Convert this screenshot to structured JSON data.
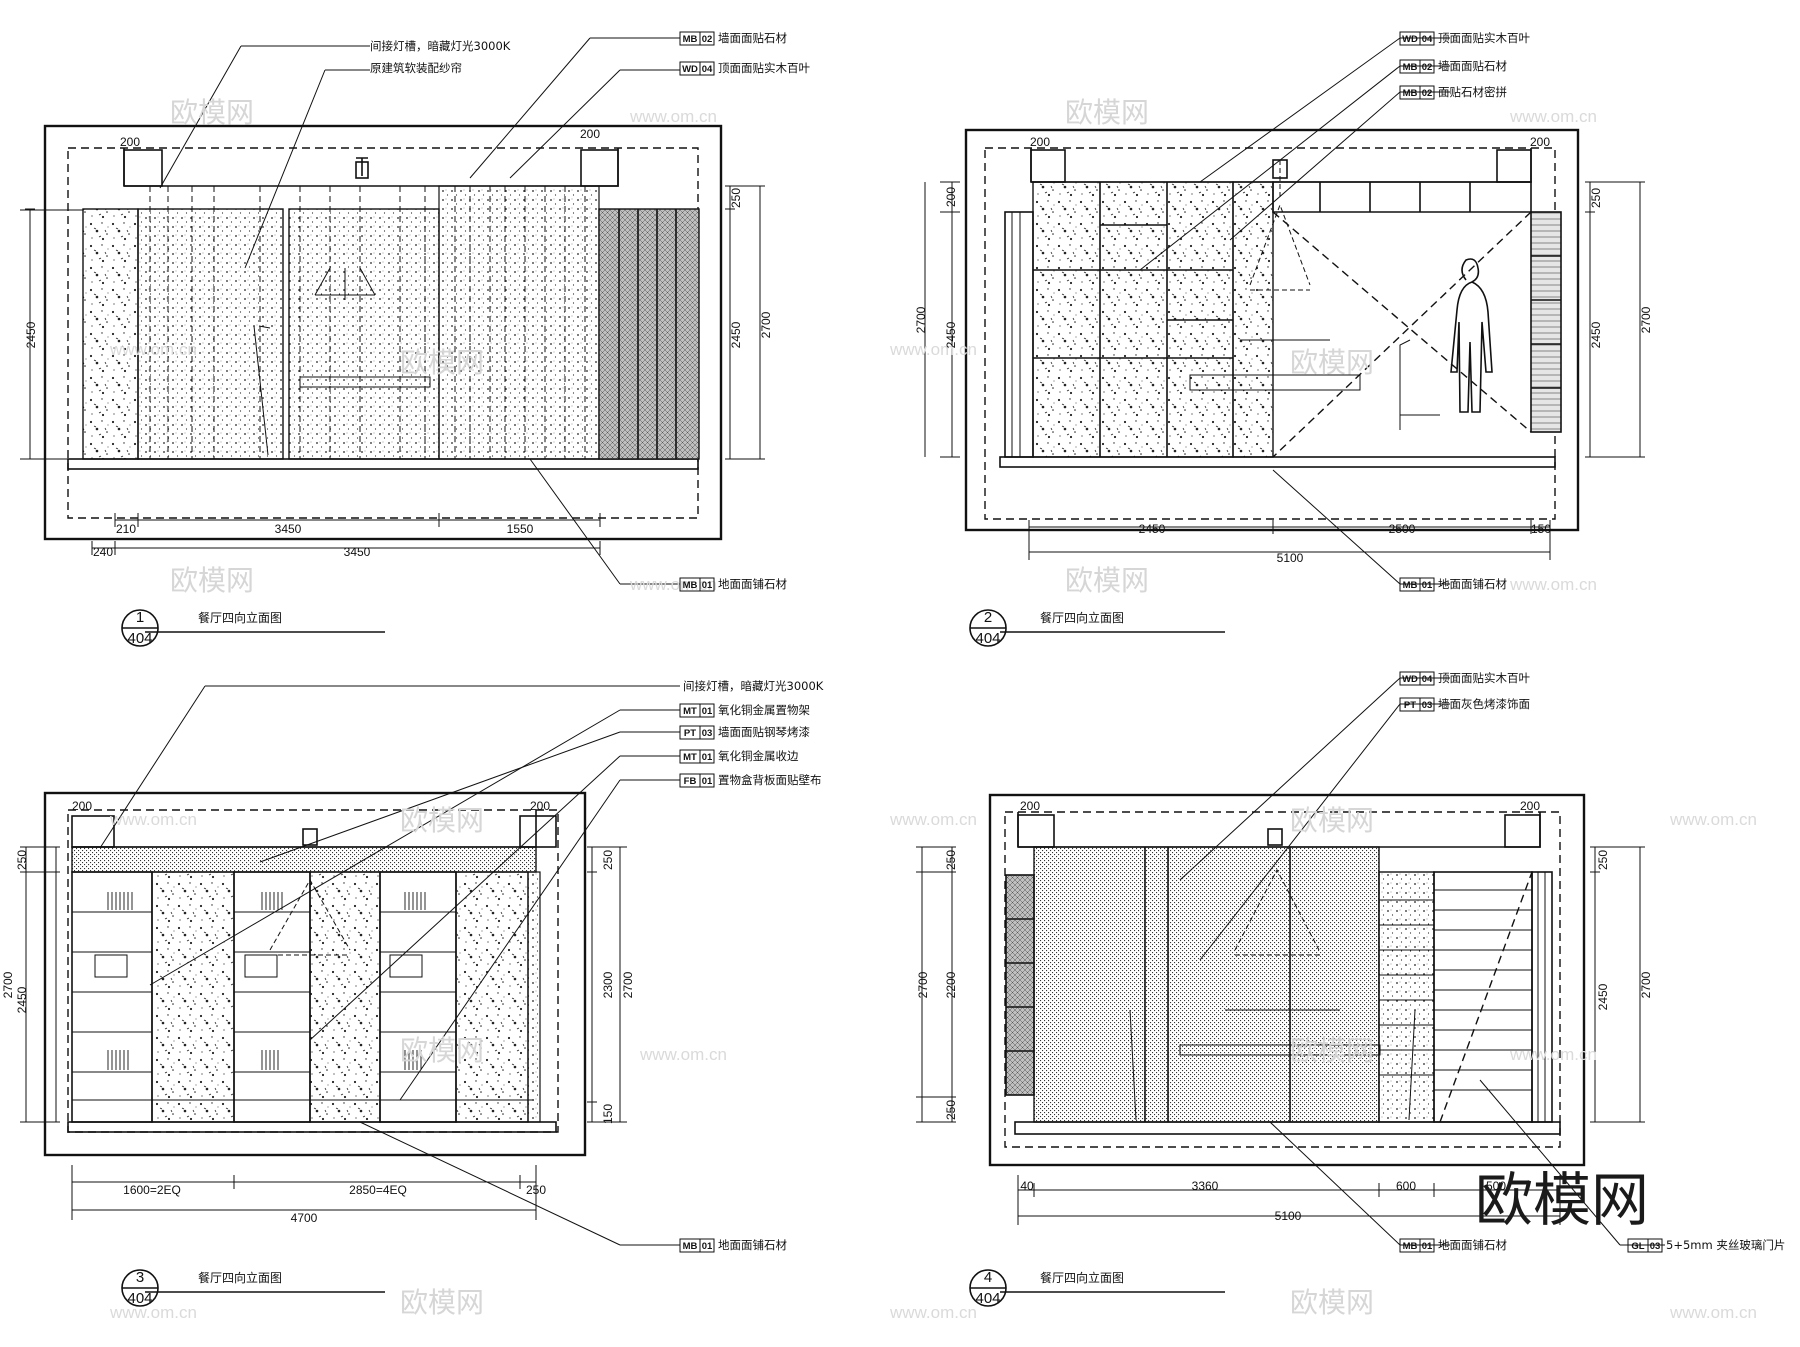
{
  "watermark": {
    "brand": "欧模网",
    "url": "www.om.cn",
    "corner_brand": "欧模网"
  },
  "elevations": [
    {
      "id": "e1",
      "number": "1",
      "sheet": "404",
      "caption": "餐厅四向立面图",
      "notes": [
        {
          "code": "",
          "sub": "",
          "text": "间接灯槽，暗藏灯光3000K"
        },
        {
          "code": "",
          "sub": "",
          "text": "原建筑软装配纱帘"
        },
        {
          "code": "MB",
          "sub": "02",
          "text": "墙面面贴石材"
        },
        {
          "code": "WD",
          "sub": "04",
          "text": "顶面面贴实木百叶"
        }
      ],
      "bottom_note": {
        "code": "MB",
        "sub": "01",
        "text": "地面面铺石材"
      },
      "dims_left": [
        "2450"
      ],
      "dims_right": [
        "250",
        "2450",
        "2700"
      ],
      "dims_top": [
        "200",
        "200"
      ],
      "dims_bottom_row1": [
        "210",
        "3450",
        "1550"
      ],
      "dims_bottom_row2": [
        "240",
        "3450"
      ]
    },
    {
      "id": "e2",
      "number": "2",
      "sheet": "404",
      "caption": "餐厅四向立面图",
      "notes": [
        {
          "code": "WD",
          "sub": "04",
          "text": "顶面面贴实木百叶"
        },
        {
          "code": "MB",
          "sub": "02",
          "text": "墙面面贴石材"
        },
        {
          "code": "MB",
          "sub": "02",
          "text": "面贴石材密拼"
        }
      ],
      "bottom_note": {
        "code": "MB",
        "sub": "01",
        "text": "地面面铺石材"
      },
      "dims_left": [
        "200",
        "2450",
        "2700"
      ],
      "dims_right": [
        "250",
        "2450",
        "2700"
      ],
      "dims_top": [
        "200",
        "200"
      ],
      "dims_bottom_row1": [
        "2450",
        "2500",
        "150"
      ],
      "dims_bottom_row2": [
        "5100"
      ]
    },
    {
      "id": "e3",
      "number": "3",
      "sheet": "404",
      "caption": "餐厅四向立面图",
      "notes": [
        {
          "code": "",
          "sub": "",
          "text": "间接灯槽，暗藏灯光3000K"
        },
        {
          "code": "MT",
          "sub": "01",
          "text": "氧化铜金属置物架"
        },
        {
          "code": "PT",
          "sub": "03",
          "text": "墙面面贴钢琴烤漆"
        },
        {
          "code": "MT",
          "sub": "01",
          "text": "氧化铜金属收边"
        },
        {
          "code": "FB",
          "sub": "01",
          "text": "置物盒背板面贴壁布"
        }
      ],
      "bottom_note": {
        "code": "MB",
        "sub": "01",
        "text": "地面面铺石材"
      },
      "dims_left": [
        "250",
        "2450",
        "2700"
      ],
      "dims_right": [
        "250",
        "2300",
        "2700",
        "150"
      ],
      "dims_top": [
        "200",
        "200"
      ],
      "dims_bottom_row1": [
        "1600=2EQ",
        "2850=4EQ",
        "250"
      ],
      "dims_bottom_row2": [
        "4700"
      ]
    },
    {
      "id": "e4",
      "number": "4",
      "sheet": "404",
      "caption": "餐厅四向立面图",
      "notes": [
        {
          "code": "WD",
          "sub": "04",
          "text": "顶面面贴实木百叶"
        },
        {
          "code": "PT",
          "sub": "03",
          "text": "墙面灰色烤漆饰面"
        }
      ],
      "bottom_note": {
        "code": "MB",
        "sub": "01",
        "text": "地面面铺石材"
      },
      "extra_note": {
        "code": "GL",
        "sub": "03",
        "text": "5+5mm 夹丝玻璃门片"
      },
      "dims_left": [
        "250",
        "2200",
        "250",
        "2700"
      ],
      "dims_right": [
        "250",
        "2450",
        "2700"
      ],
      "dims_top": [
        "200",
        "200"
      ],
      "dims_bottom_row1": [
        "40",
        "3360",
        "600",
        "500"
      ],
      "dims_bottom_row2": [
        "5100"
      ]
    }
  ]
}
